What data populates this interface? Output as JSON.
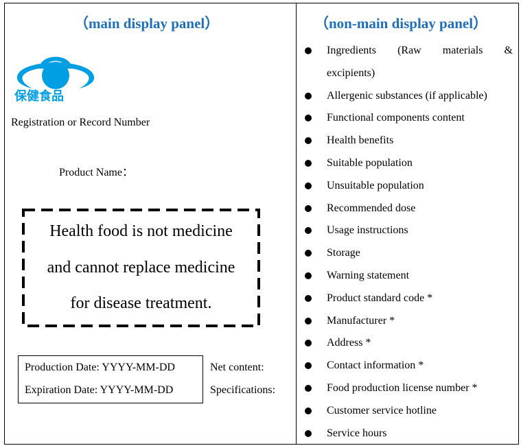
{
  "colors": {
    "title_blue": "#1F6FB7",
    "logo_blue": "#009FE3",
    "text": "#000000",
    "border": "#000000"
  },
  "main_panel": {
    "title": "（main display panel）",
    "logo": {
      "icon": "health-food-logo-icon",
      "text": "保健食品"
    },
    "registration_label": "Registration or Record Number",
    "product_name_label": "Product Name：",
    "warning": {
      "lines": [
        "Health food is not medicine",
        "and cannot replace medicine",
        "for disease treatment."
      ]
    },
    "dates": {
      "production": "Production Date: YYYY-MM-DD",
      "expiration": "Expiration Date: YYYY-MM-DD"
    },
    "net_content_label": "Net content:",
    "specifications_label": "Specifications:"
  },
  "non_main_panel": {
    "title": "（non-main display panel）",
    "items": [
      {
        "label": "Ingredients (Raw materials & excipients)",
        "line1": [
          "Ingredients",
          "(Raw",
          "materials",
          "&"
        ],
        "line2": "excipients)"
      },
      {
        "label": "Allergenic substances (if applicable)"
      },
      {
        "label": "Functional components content"
      },
      {
        "label": "Health benefits"
      },
      {
        "label": "Suitable population"
      },
      {
        "label": "Unsuitable population"
      },
      {
        "label": "Recommended dose"
      },
      {
        "label": "Usage instructions"
      },
      {
        "label": "Storage"
      },
      {
        "label": "Warning statement"
      },
      {
        "label": "Product standard code *"
      },
      {
        "label": "Manufacturer *"
      },
      {
        "label": "Address *"
      },
      {
        "label": "Contact information *"
      },
      {
        "label": "Food production license number *"
      },
      {
        "label": "Customer service hotline"
      },
      {
        "label": "Service hours"
      }
    ]
  }
}
